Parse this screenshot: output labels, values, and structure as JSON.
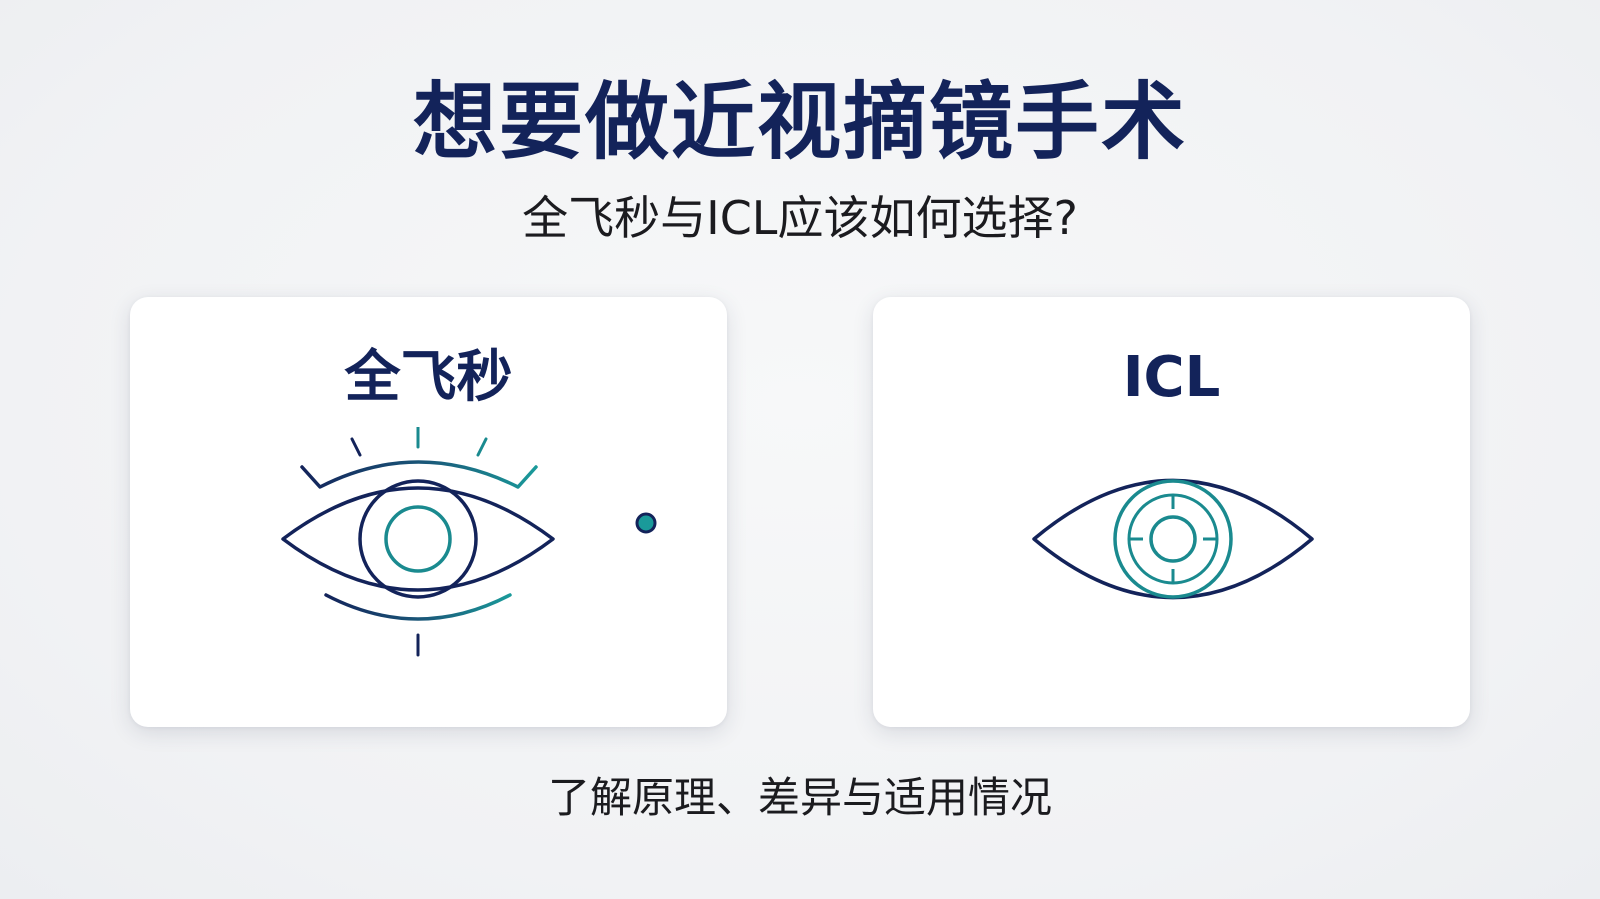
{
  "header": {
    "title": "想要做近视摘镜手术",
    "subtitle": "全飞秒与ICL应该如何选择?"
  },
  "cards": [
    {
      "label": "全飞秒",
      "icon": "eye-with-laser-rays-icon"
    },
    {
      "label": "ICL",
      "icon": "eye-with-lens-crosshair-icon"
    }
  ],
  "connector": {
    "icon": "link-line-icon"
  },
  "footer": {
    "text": "了解原理、差异与适用情况"
  },
  "colors": {
    "navy": "#13235a",
    "teal": "#1a9a9a",
    "text": "#1b1b1f",
    "card": "#ffffff"
  }
}
